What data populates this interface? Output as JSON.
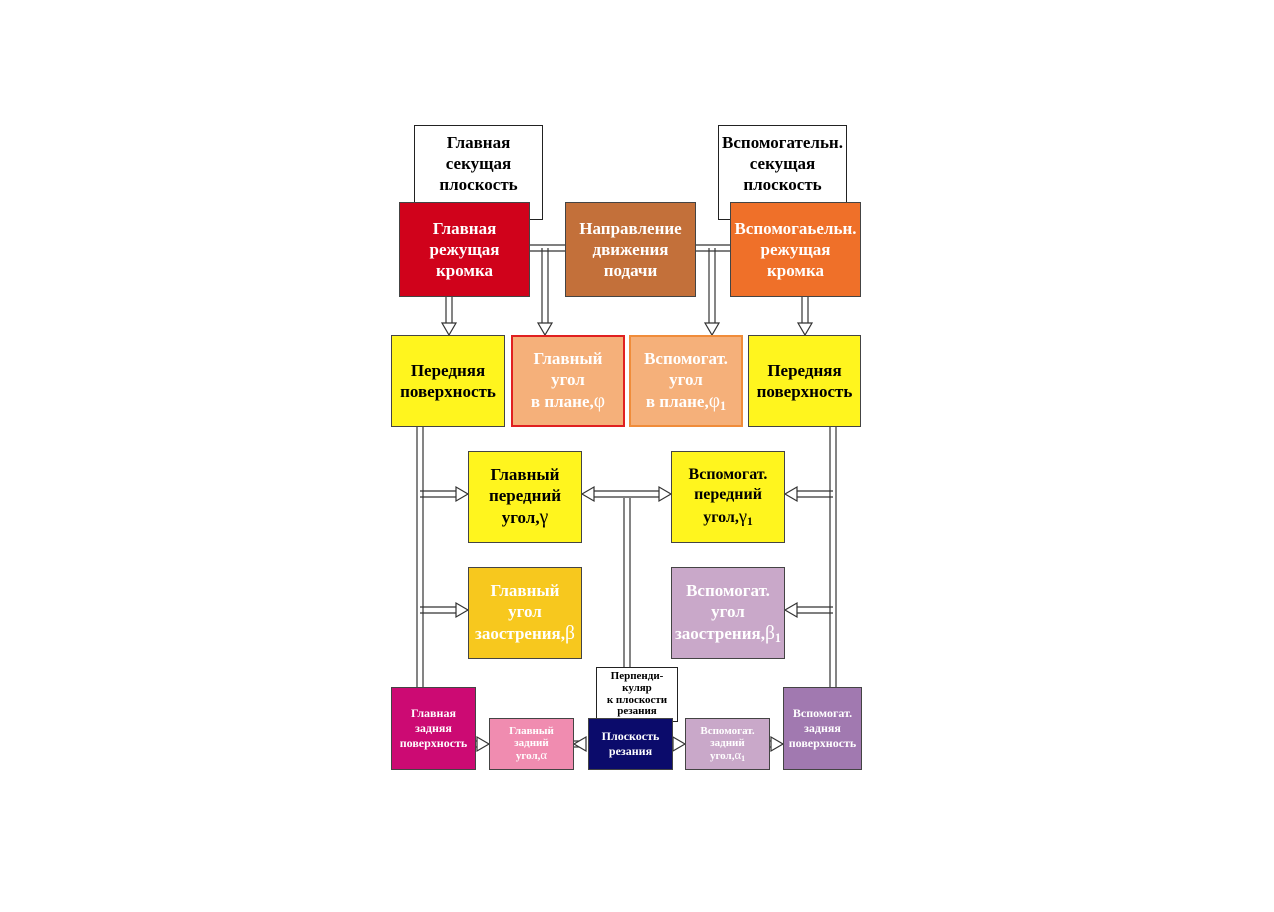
{
  "nodes": {
    "main_secant_plane": {
      "text": "Главная\nсекущая\nплоскость"
    },
    "aux_secant_plane": {
      "text": "Вспомогательн.\nсекущая\nплоскость"
    },
    "main_cutting_edge": {
      "text": "Главная\nрежущая\nкромка",
      "color": "#d0021b"
    },
    "feed_direction": {
      "text": "Направление\nдвижения\nподачи",
      "color": "#c3703a"
    },
    "aux_cutting_edge": {
      "text": "Вспомогаьельн.\nрежущая\nкромка",
      "color": "#ef7029"
    },
    "front_surface_left": {
      "text": "Передняя\nповерхность",
      "color": "#fff51e"
    },
    "main_plan_angle": {
      "text": "Главный\nугол\n  в плане,",
      "symbol": "φ",
      "color": "#f5b07a"
    },
    "aux_plan_angle": {
      "text": "Вспомогат.\nугол\n  в плане,",
      "symbol": "φ",
      "subscript": "1",
      "color": "#f5b07a"
    },
    "front_surface_right": {
      "text": "Передняя\nповерхность",
      "color": "#fff51e"
    },
    "main_rake_angle": {
      "text": "Главный\nпередний\n  угол,",
      "symbol": "γ",
      "color": "#fff51e"
    },
    "aux_rake_angle": {
      "text": "Вспомогат.\nпередний\n  угол,",
      "symbol": "γ",
      "subscript": "1",
      "color": "#fff51e"
    },
    "main_wedge_angle": {
      "text": "Главный\nугол\nзаострения,",
      "symbol": "β",
      "color": "#f7c81e"
    },
    "aux_wedge_angle": {
      "text": "Вспомогат.\nугол\nзаострения,",
      "symbol": "β",
      "subscript": "1",
      "color": "#c9a8c9"
    },
    "perpendicular": {
      "text": "Перпенди-\nкуляр\nк плоскости\nрезания"
    },
    "main_flank_surface": {
      "text": "Главная\nзадняя\nповерхность",
      "color": "#cc0a73"
    },
    "main_clearance_angle": {
      "text": "Главный\nзадний\n  угол,",
      "symbol": "α",
      "color": "#f08cb0"
    },
    "cutting_plane": {
      "text": "Плоскость\nрезания",
      "color": "#0b0b6b"
    },
    "aux_clearance_angle": {
      "text": "Вспомогат.\nзадний\n  угол,",
      "symbol": "α",
      "subscript": "1",
      "color": "#c9a8c9"
    },
    "aux_flank_surface": {
      "text": "Вспомогат.\nзадняя\nповерхность",
      "color": "#a179b0"
    }
  }
}
